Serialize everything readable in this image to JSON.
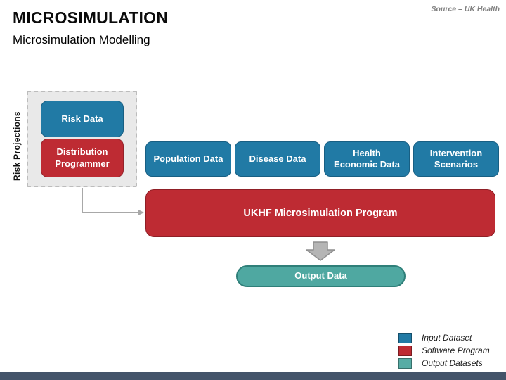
{
  "slide": {
    "title": "MICROSIMULATION",
    "subtitle": "Microsimulation Modelling",
    "source_note": "Source – UK Health"
  },
  "diagram": {
    "risk_group_label": "Risk Projections",
    "risk_data_box": "Risk Data",
    "distribution_box": "Distribution Programmer",
    "input_boxes": [
      "Population Data",
      "Disease Data",
      "Health Economic Data",
      "Intervention Scenarios"
    ],
    "program_box": "UKHF Microsimulation Program",
    "output_box": "Output Data"
  },
  "legend": {
    "items": [
      {
        "label": "Input Dataset",
        "color": "#217AA5"
      },
      {
        "label": "Software Program",
        "color": "#BE2B33"
      },
      {
        "label": "Output Datasets",
        "color": "#57ACA5"
      }
    ]
  },
  "colors": {
    "input_dataset": "#217AA5",
    "software_program": "#BE2B33",
    "output_dataset": "#4FA8A1",
    "footer_bar": "#44546A",
    "connector_gray": "#A8A8A8"
  }
}
